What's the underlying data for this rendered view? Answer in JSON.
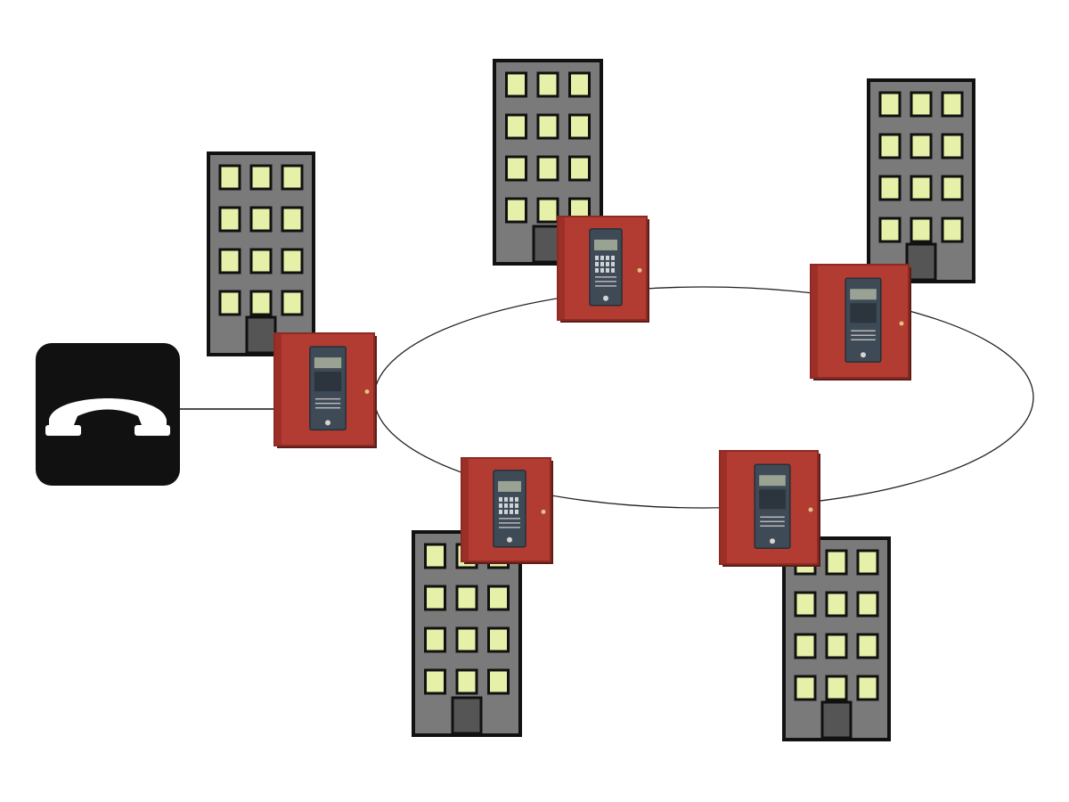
{
  "diagram": {
    "nodes": [
      {
        "id": "phone",
        "kind": "telephone-terminal"
      },
      {
        "id": "panel-1",
        "kind": "fire-alarm-control-panel",
        "keypad": false
      },
      {
        "id": "panel-2",
        "kind": "fire-alarm-control-panel",
        "keypad": true
      },
      {
        "id": "panel-3",
        "kind": "fire-alarm-control-panel",
        "keypad": false
      },
      {
        "id": "panel-4",
        "kind": "fire-alarm-control-panel",
        "keypad": true
      },
      {
        "id": "panel-5",
        "kind": "fire-alarm-control-panel",
        "keypad": false
      },
      {
        "id": "building-1",
        "kind": "building",
        "floors": 4,
        "attached_to": "panel-1"
      },
      {
        "id": "building-2",
        "kind": "building",
        "floors": 4,
        "attached_to": "panel-2"
      },
      {
        "id": "building-3",
        "kind": "building",
        "floors": 4,
        "attached_to": "panel-3"
      },
      {
        "id": "building-4",
        "kind": "building",
        "floors": 4,
        "attached_to": "panel-4"
      },
      {
        "id": "building-5",
        "kind": "building",
        "floors": 4,
        "attached_to": "panel-5"
      }
    ],
    "links": [
      {
        "from": "phone",
        "to": "panel-1",
        "kind": "phone-line"
      }
    ],
    "ring": {
      "kind": "network-loop",
      "members": [
        "panel-1",
        "panel-2",
        "panel-3",
        "panel-5",
        "panel-4"
      ]
    },
    "colors": {
      "building": "#7a7a7a",
      "window": "#e6f0a8",
      "door": "#555555",
      "panel": "#b23b32",
      "panel_dark": "#8e2a23",
      "display": "#3e4a55",
      "phone_tile": "#111111"
    },
    "icons": [
      "telephone-handset-icon",
      "building-icon",
      "fire-alarm-panel-icon"
    ]
  }
}
